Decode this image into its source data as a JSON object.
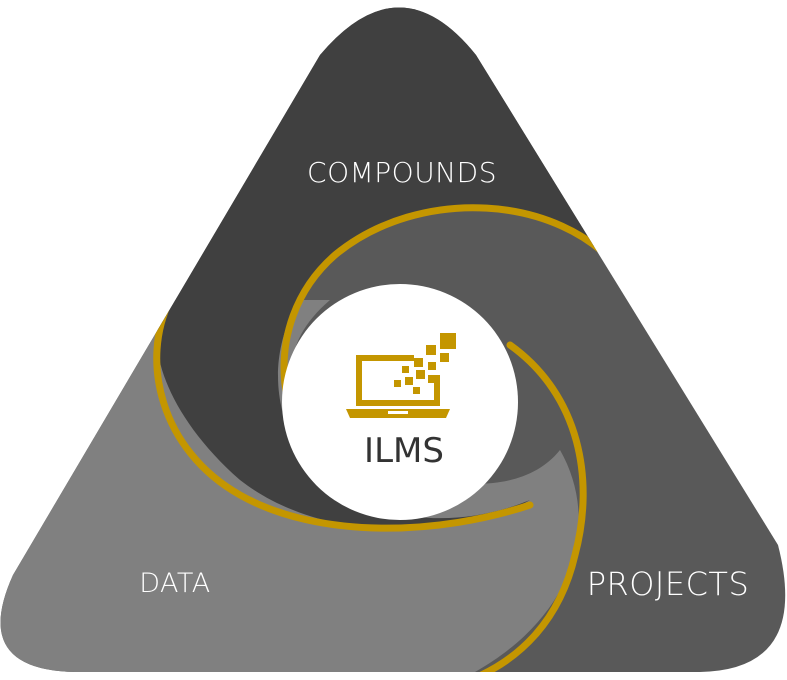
{
  "center": {
    "title": "ILMS",
    "icon": "laptop-data-icon"
  },
  "segments": [
    {
      "id": "compounds",
      "label": "COMPOUNDS"
    },
    {
      "id": "projects",
      "label": "PROJECTS"
    },
    {
      "id": "data",
      "label": "DATA"
    }
  ],
  "colors": {
    "compounds": "#404040",
    "projects": "#595959",
    "data": "#808080",
    "gold": "#c49600",
    "center_bg": "#ffffff",
    "center_text": "#333333"
  }
}
